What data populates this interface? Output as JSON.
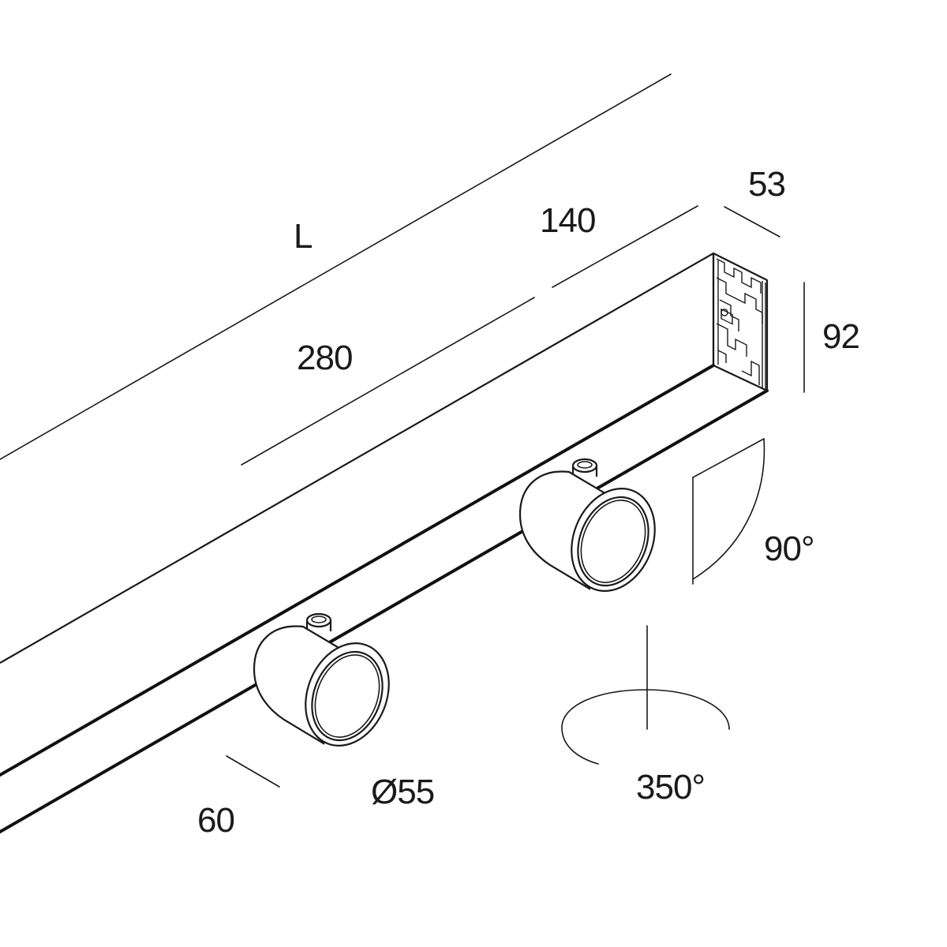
{
  "diagram": {
    "dimensions": {
      "length": "L",
      "spacing_long": "280",
      "spacing_short": "140",
      "width": "53",
      "height": "92",
      "diameter": "Ø55",
      "offset": "60"
    },
    "angles": {
      "tilt": "90°",
      "rotation": "350°"
    },
    "colors": {
      "line": "#1a1a1a",
      "background": "#ffffff"
    }
  }
}
